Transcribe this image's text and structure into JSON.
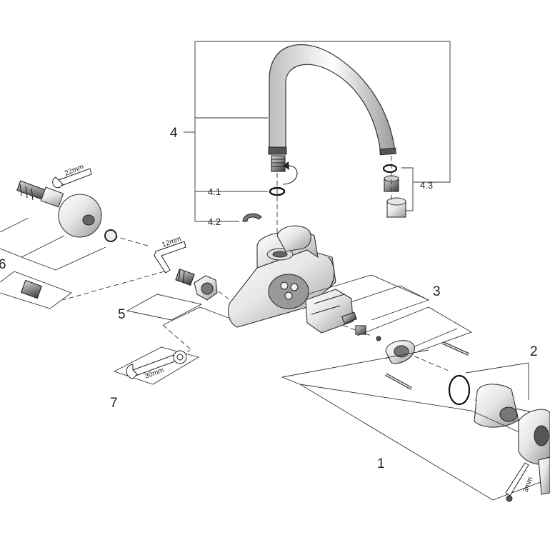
{
  "labels": {
    "part_1": "1",
    "part_2": "2",
    "part_3": "3",
    "part_4": "4",
    "part_4_1": "4.1",
    "part_4_2": "4.2",
    "part_4_3": "4.3",
    "part_5": "5",
    "part_6": "6",
    "part_7": "7"
  },
  "tool_sizes": {
    "wrench_22": "22mm",
    "hex_key_12": "12mm",
    "wrench_30": "30mm",
    "hex_key_3": "3mm"
  },
  "colors": {
    "line": "#222222",
    "metal_light": "#f2f2f2",
    "metal_dark": "#8c8c8c",
    "background": "#ffffff"
  },
  "icons": [
    "hex-key-icon",
    "open-wrench-icon",
    "spanner-icon",
    "rotation-arrow-icon"
  ]
}
